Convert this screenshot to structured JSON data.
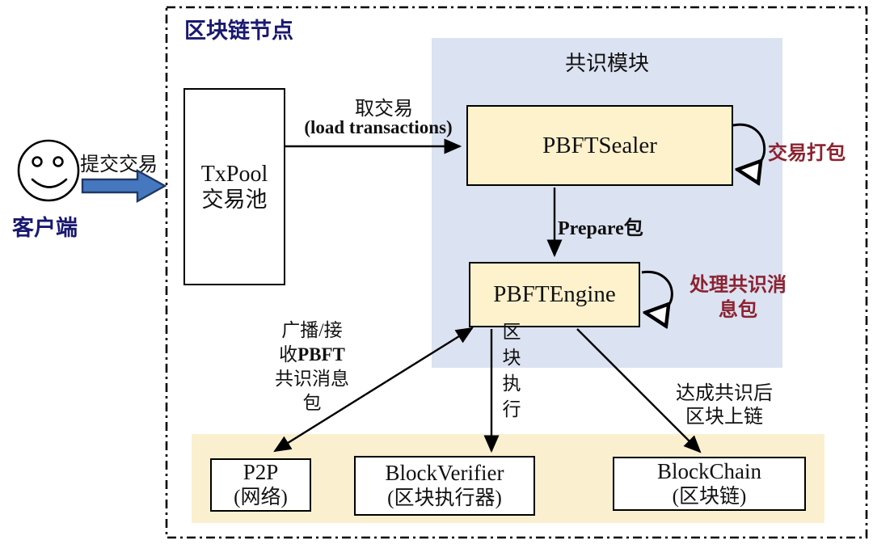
{
  "diagram": {
    "boundary_title": "区块链节点",
    "client": {
      "label": "客户端",
      "submit_label": "提交交易"
    },
    "txpool": {
      "line1": "TxPool",
      "line2": "交易池"
    },
    "consensus_module": {
      "title": "共识模块",
      "sealer_label": "PBFTSealer",
      "sealer_loop_label": "交易打包",
      "prepare_label": "Prepare包",
      "engine_label": "PBFTEngine",
      "engine_loop_line1": "处理共识消",
      "engine_loop_line2": "息包"
    },
    "edges": {
      "load_tx_line1": "取交易",
      "load_tx_line2": "(load transactions)",
      "broadcast_line1": "广播/接",
      "broadcast_line2_prefix": "收",
      "broadcast_line2_bold": "PBFT",
      "broadcast_line3": "共识消息",
      "broadcast_line4": "包",
      "exec_label": "区块执行",
      "onchain_line1": "达成共识后",
      "onchain_line2": "区块上链"
    },
    "bottom_row": {
      "p2p": {
        "line1": "P2P",
        "line2": "(网络)"
      },
      "verifier": {
        "line1": "BlockVerifier",
        "line2": "(区块执行器)"
      },
      "chain": {
        "line1": "BlockChain",
        "line2": "(区块链)"
      }
    }
  },
  "colors": {
    "navy": "#191970",
    "maroon": "#8C2230",
    "box_yellow": "#FEF2CD",
    "band_yellow": "#FAF0D0",
    "module_blue": "#DBE2F1",
    "arrow_blue": "#4678C0",
    "arrow_blue_border": "#1F3864"
  }
}
